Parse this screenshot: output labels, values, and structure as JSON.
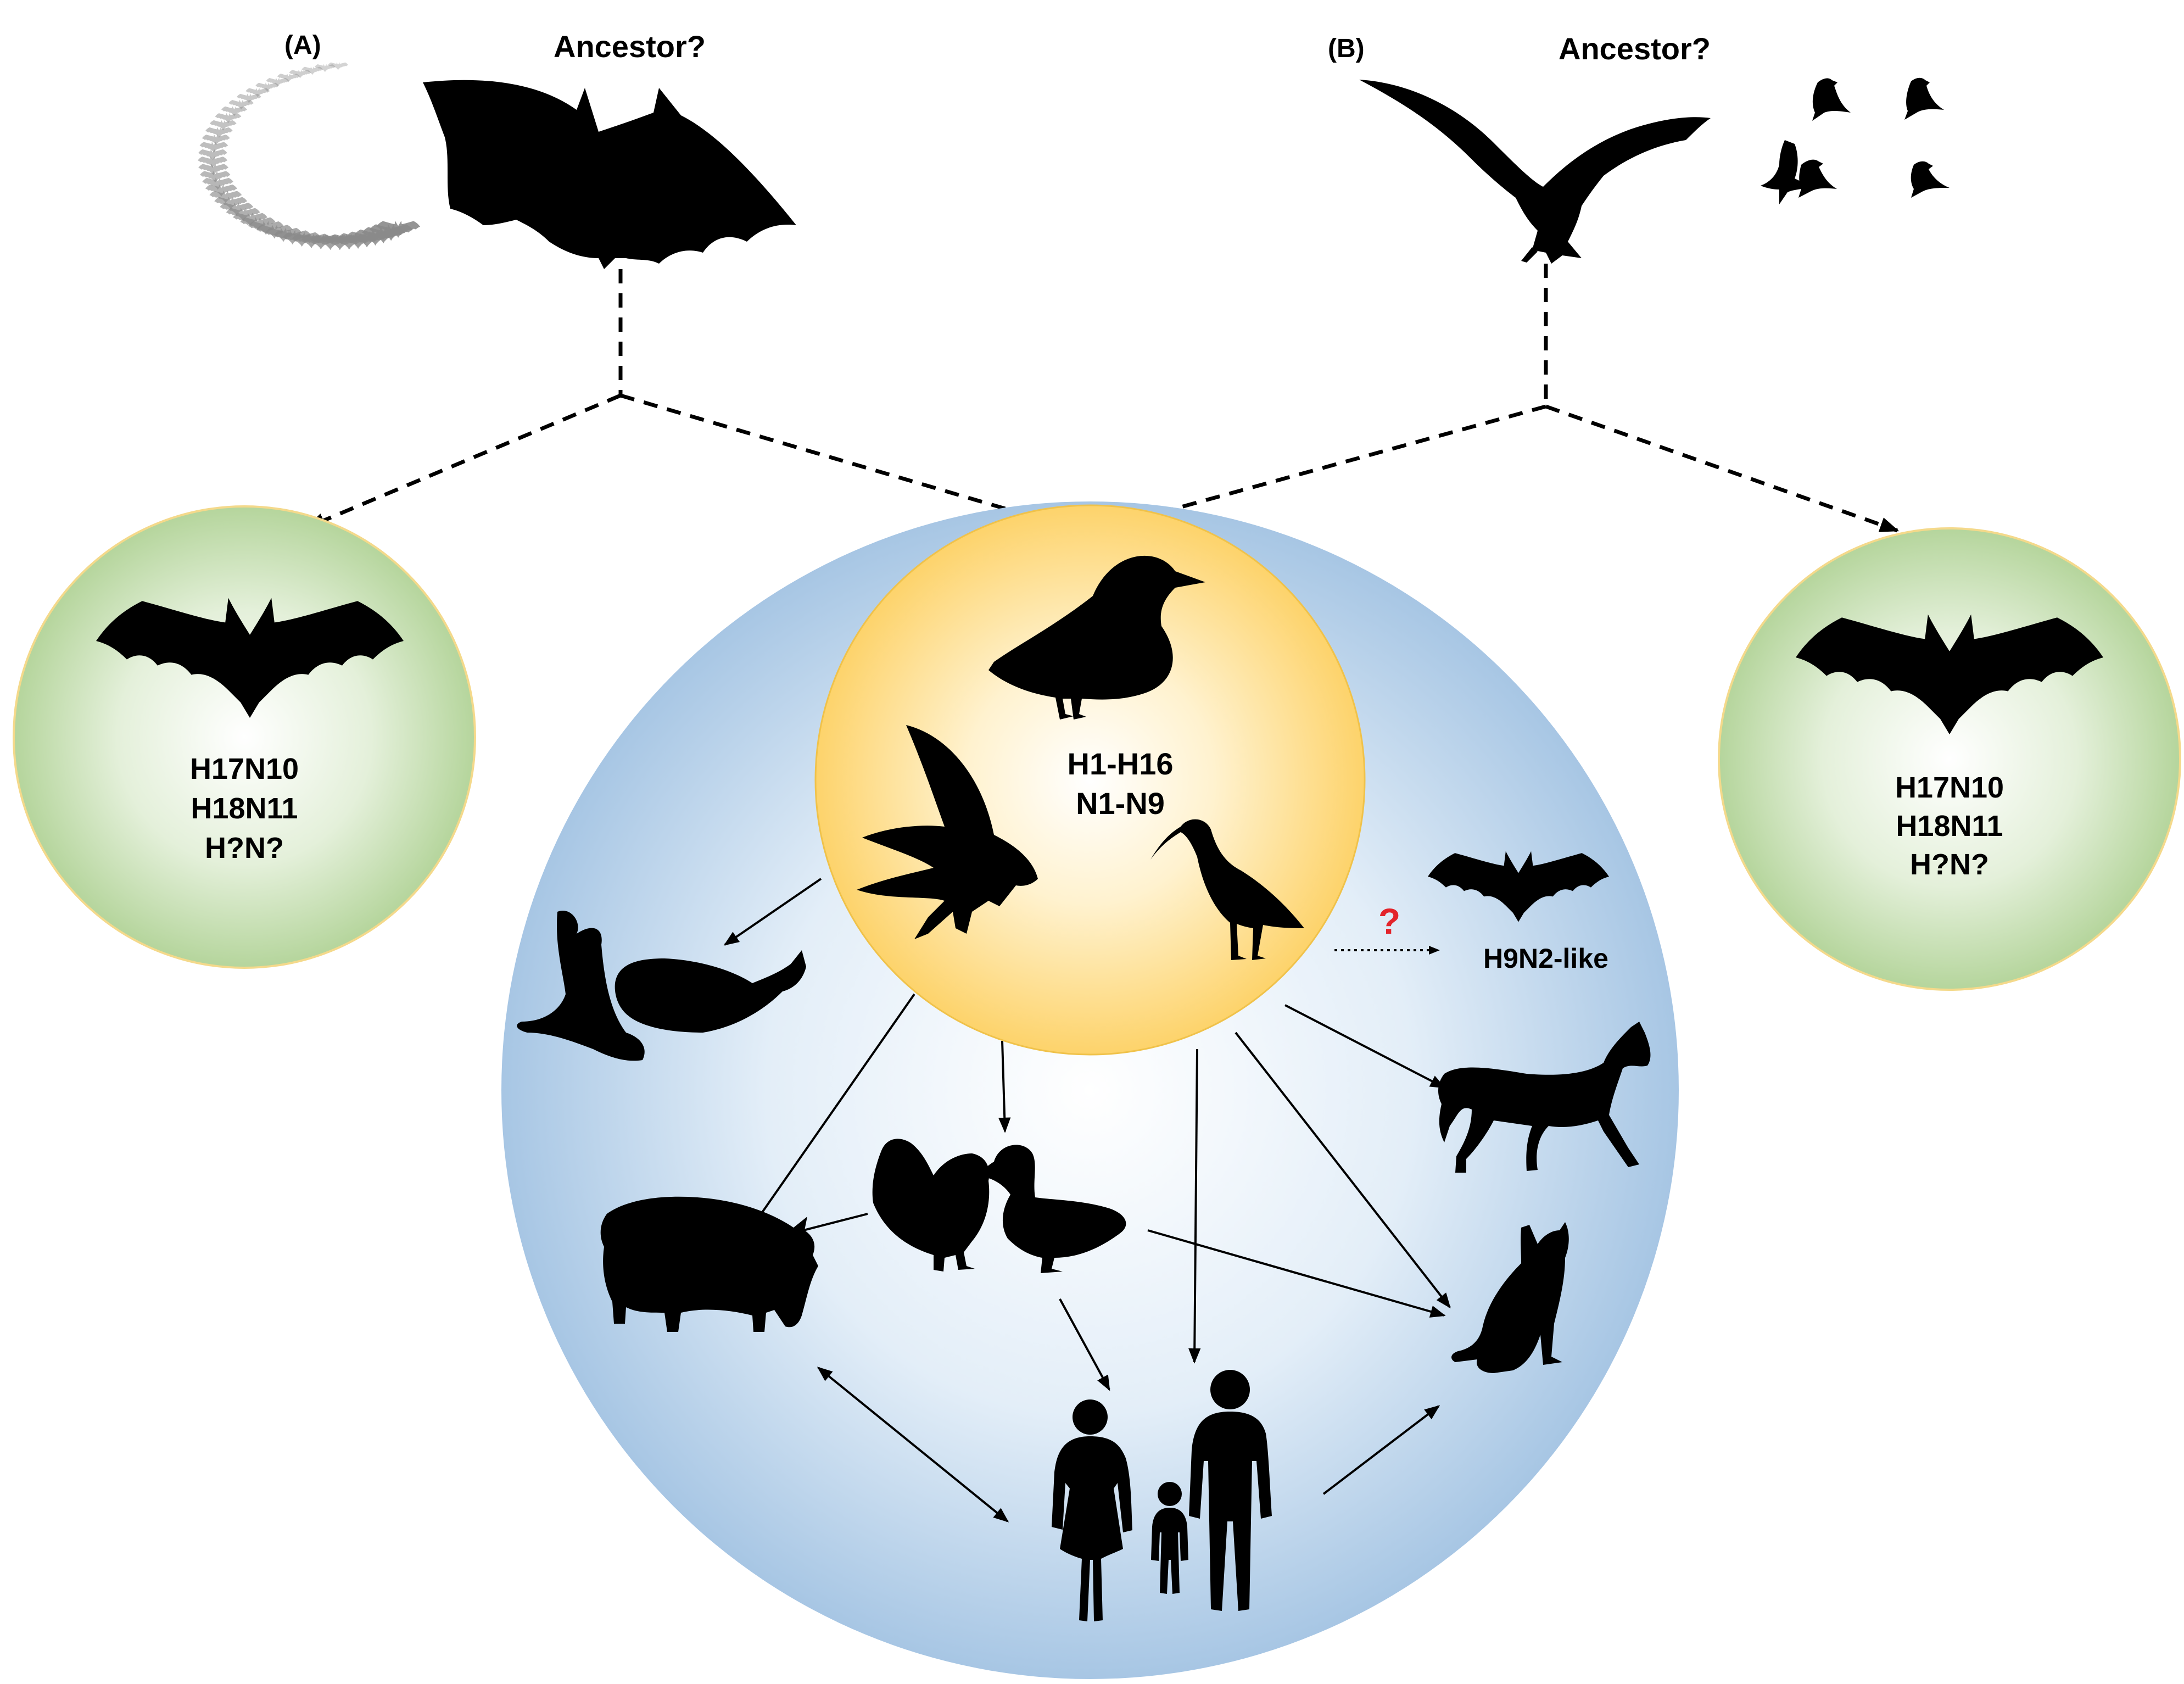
{
  "panels": {
    "a": {
      "label": "(A)",
      "ancestor": "Ancestor?"
    },
    "b": {
      "label": "(B)",
      "ancestor": "Ancestor?"
    }
  },
  "bat_subtypes_left": [
    "H17N10",
    "H18N11",
    "H?N?"
  ],
  "bat_subtypes_right": [
    "H17N10",
    "H18N11",
    "H?N?"
  ],
  "reservoir": {
    "h_range": "H1-H16",
    "n_range": "N1-N9"
  },
  "bat_spillover": {
    "question_mark": "?",
    "label": "H9N2-like"
  },
  "colors": {
    "silhouette": "#000000",
    "green_sphere": "#bcd9a6",
    "yellow_sphere": "#fdd978",
    "blue_sphere": "#a9c8e6",
    "question_mark": "#e3242b"
  },
  "icons": [
    "bat-flock-icon",
    "bat-icon",
    "gull-icon",
    "parrot-flock-icon",
    "duck-icon",
    "seabird-icon",
    "curlew-icon",
    "seal-icon",
    "whale-icon",
    "pig-icon",
    "chicken-icon",
    "domestic-duck-icon",
    "human-family-icon",
    "horse-icon",
    "dog-icon"
  ]
}
